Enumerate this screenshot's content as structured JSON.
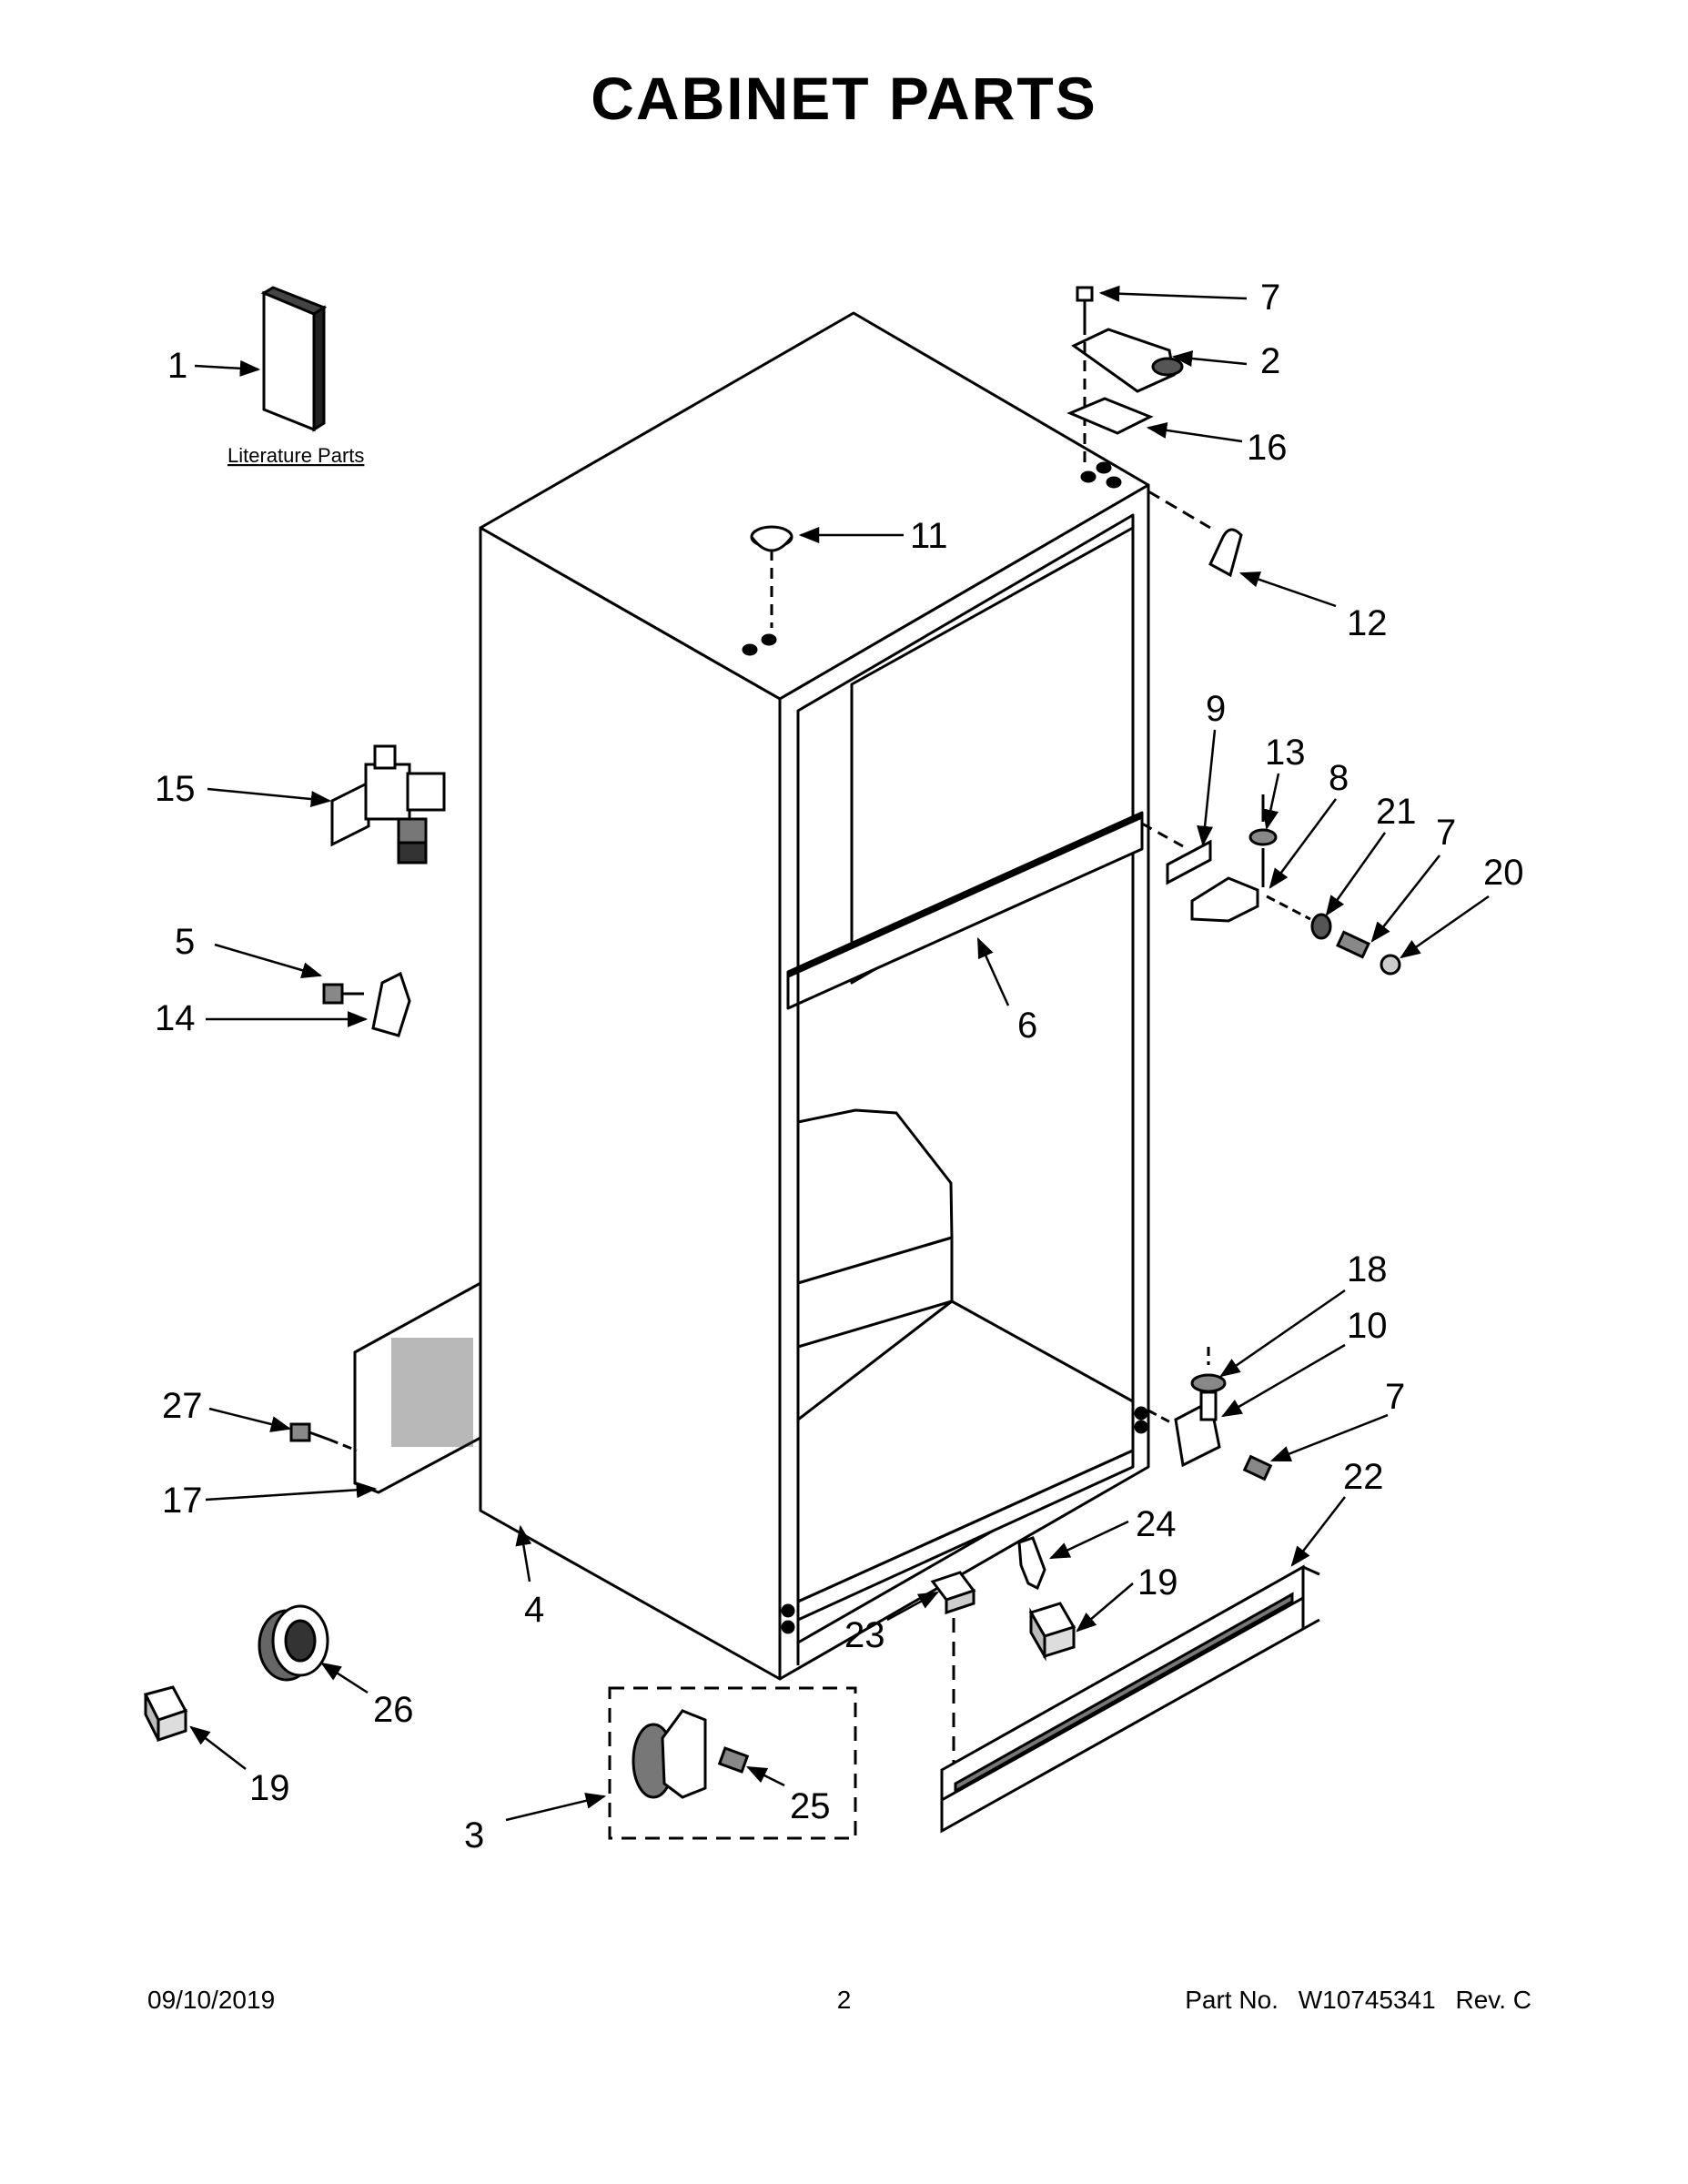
{
  "title": "CABINET PARTS",
  "literature_label": "Literature Parts",
  "callouts": {
    "c1": "1",
    "c2": "2",
    "c3": "3",
    "c4": "4",
    "c5": "5",
    "c6": "6",
    "c7a": "7",
    "c7b": "7",
    "c7c": "7",
    "c8": "8",
    "c9": "9",
    "c10": "10",
    "c11": "11",
    "c12": "12",
    "c13": "13",
    "c14": "14",
    "c15": "15",
    "c16": "16",
    "c17": "17",
    "c18": "18",
    "c19a": "19",
    "c19b": "19",
    "c20": "20",
    "c21": "21",
    "c22": "22",
    "c23": "23",
    "c24": "24",
    "c25": "25",
    "c26": "26",
    "c27": "27"
  },
  "footer": {
    "date": "09/10/2019",
    "page": "2",
    "part_label": "Part No.",
    "part_number": "W10745341",
    "revision": "Rev. C"
  }
}
